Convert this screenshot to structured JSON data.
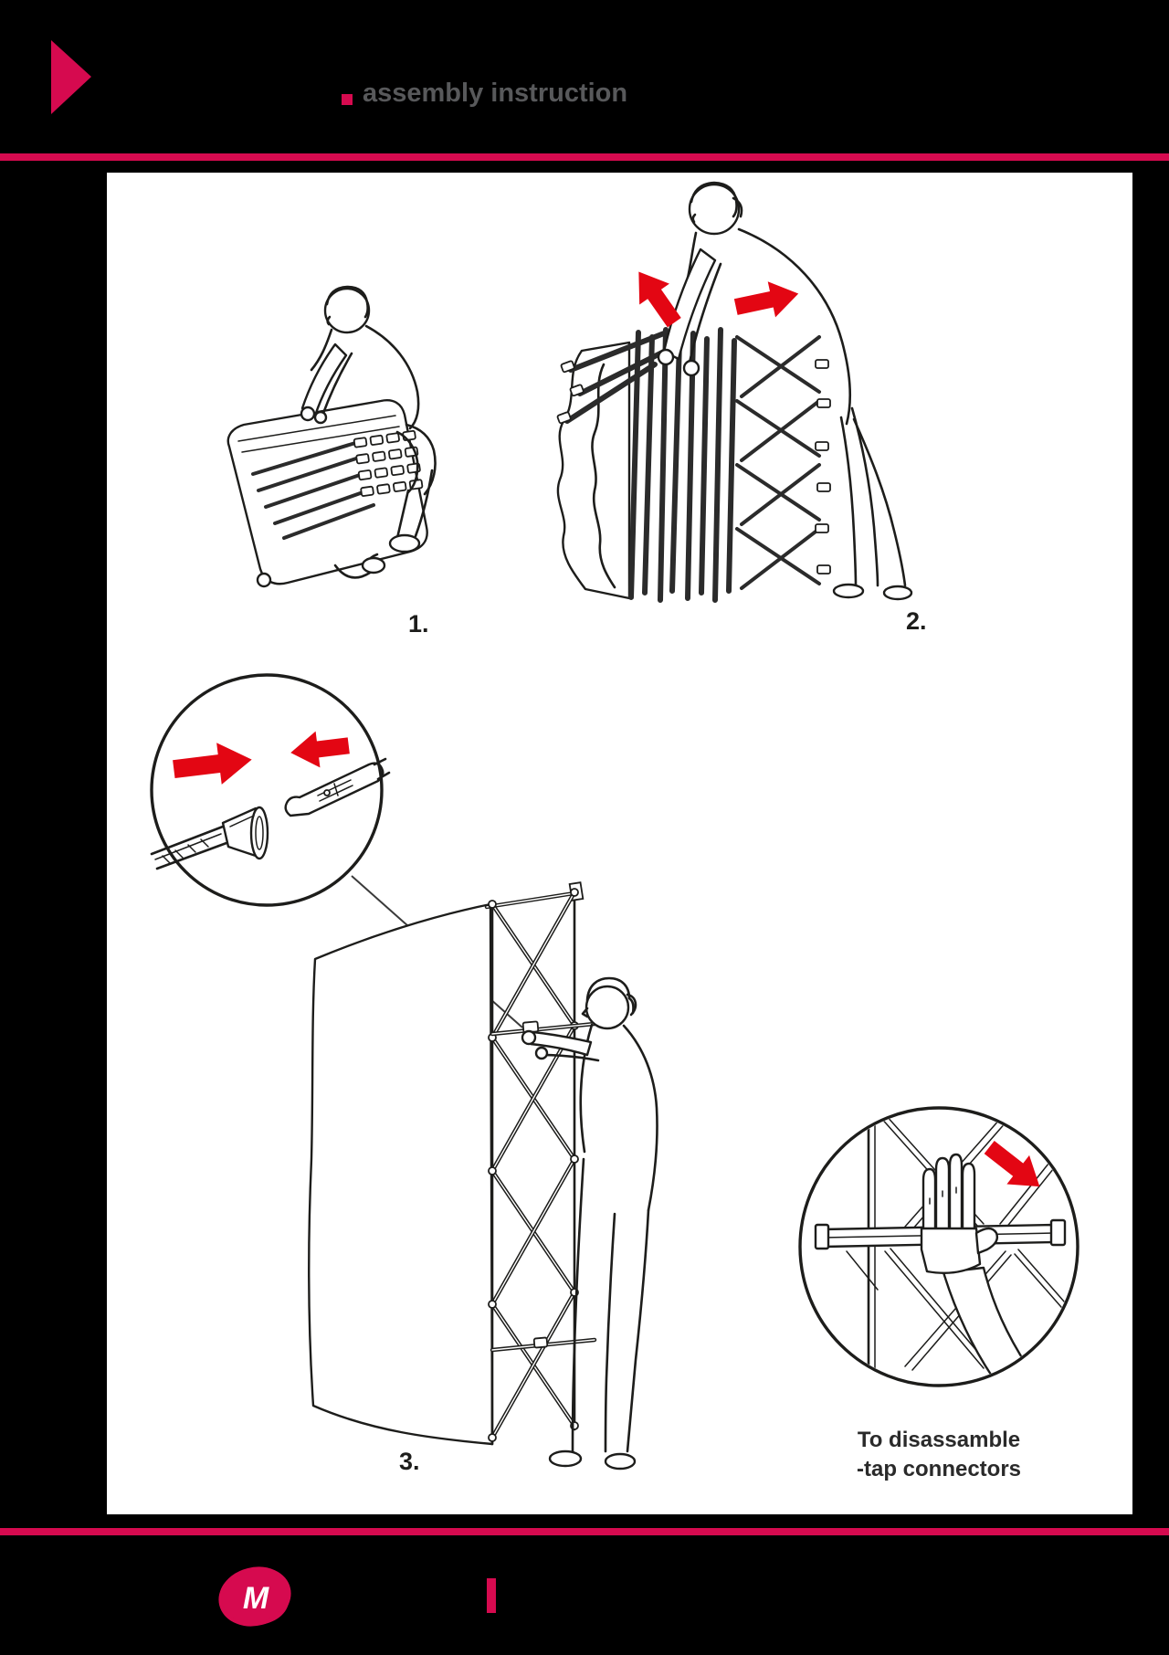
{
  "theme": {
    "background": "#000000",
    "panel": "#ffffff",
    "accent_crimson": "#d60a4f",
    "arrow_red": "#e30613",
    "ink": "#1d1d1b",
    "title_gray": "#58595b"
  },
  "header": {
    "title": "assembly instruction"
  },
  "steps": {
    "labels": [
      "1.",
      "2.",
      "3."
    ]
  },
  "disassemble_note": {
    "line1": "To disassamble",
    "line2": "-tap connectors"
  },
  "footer": {
    "logo_letter": "M"
  },
  "icons": {
    "brand_triangle": "right-pointing-triangle",
    "expand_arrow_up_left": "block-arrow-up-left",
    "expand_arrow_right": "block-arrow-right",
    "push_arrow_right": "block-arrow-right",
    "push_arrow_left": "block-arrow-left",
    "disassemble_arrow": "block-arrow-down-right"
  }
}
